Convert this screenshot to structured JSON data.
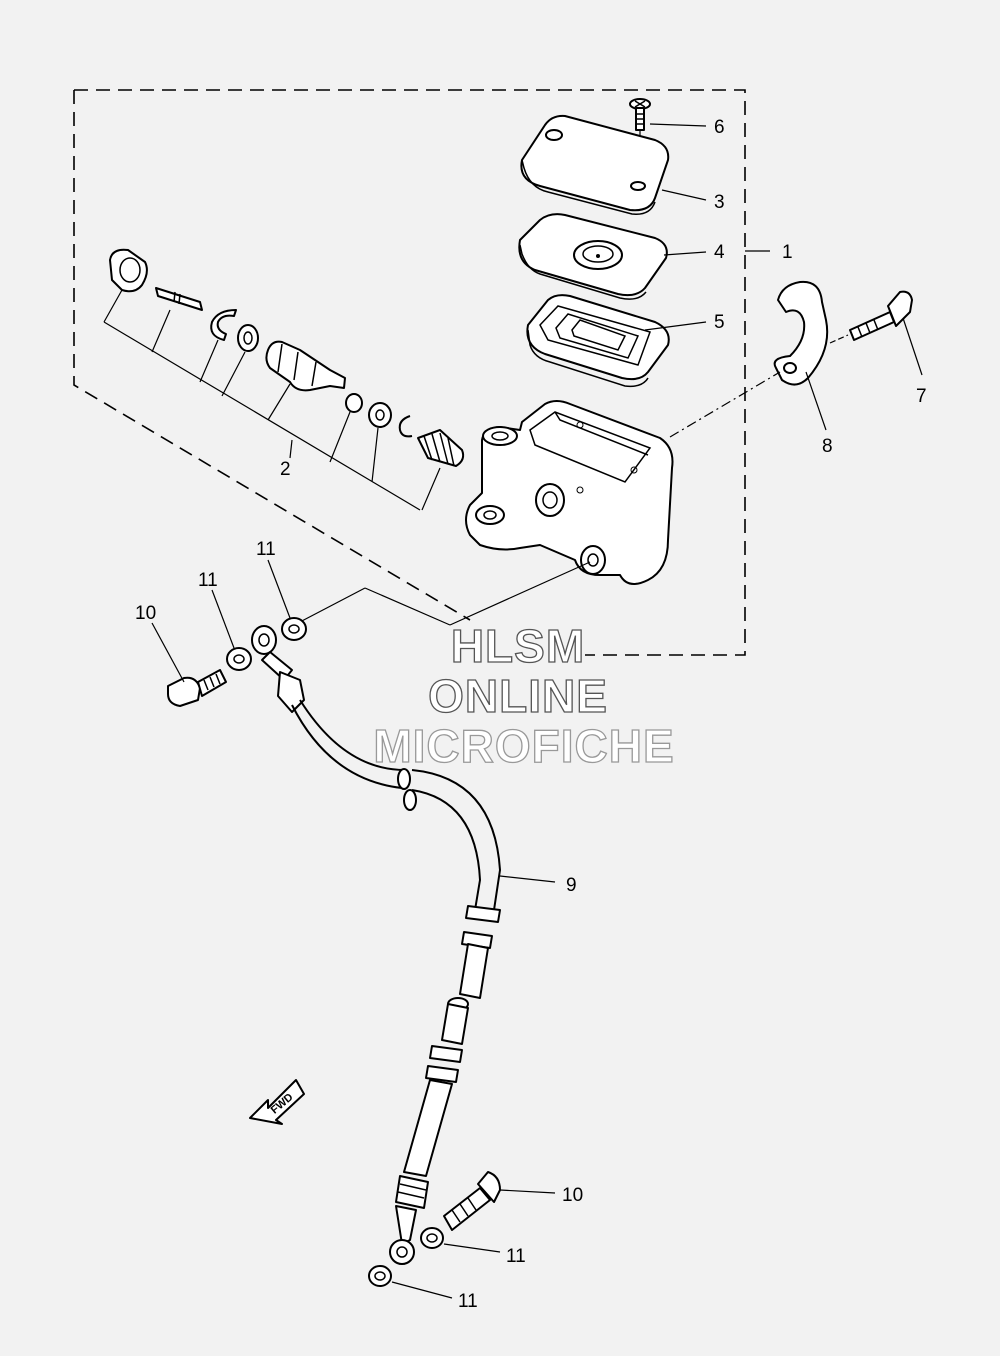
{
  "callouts": {
    "c1": "1",
    "c2": "2",
    "c3": "3",
    "c4": "4",
    "c5": "5",
    "c6": "6",
    "c7": "7",
    "c8": "8",
    "c9": "9",
    "c10a": "10",
    "c10b": "10",
    "c11a": "11",
    "c11b": "11",
    "c11c": "11",
    "c11d": "11"
  },
  "arrow": {
    "label": "FWD"
  },
  "watermark": {
    "line1": "HLSM",
    "line2": "ONLINE",
    "line3": "MICROFICHE"
  }
}
